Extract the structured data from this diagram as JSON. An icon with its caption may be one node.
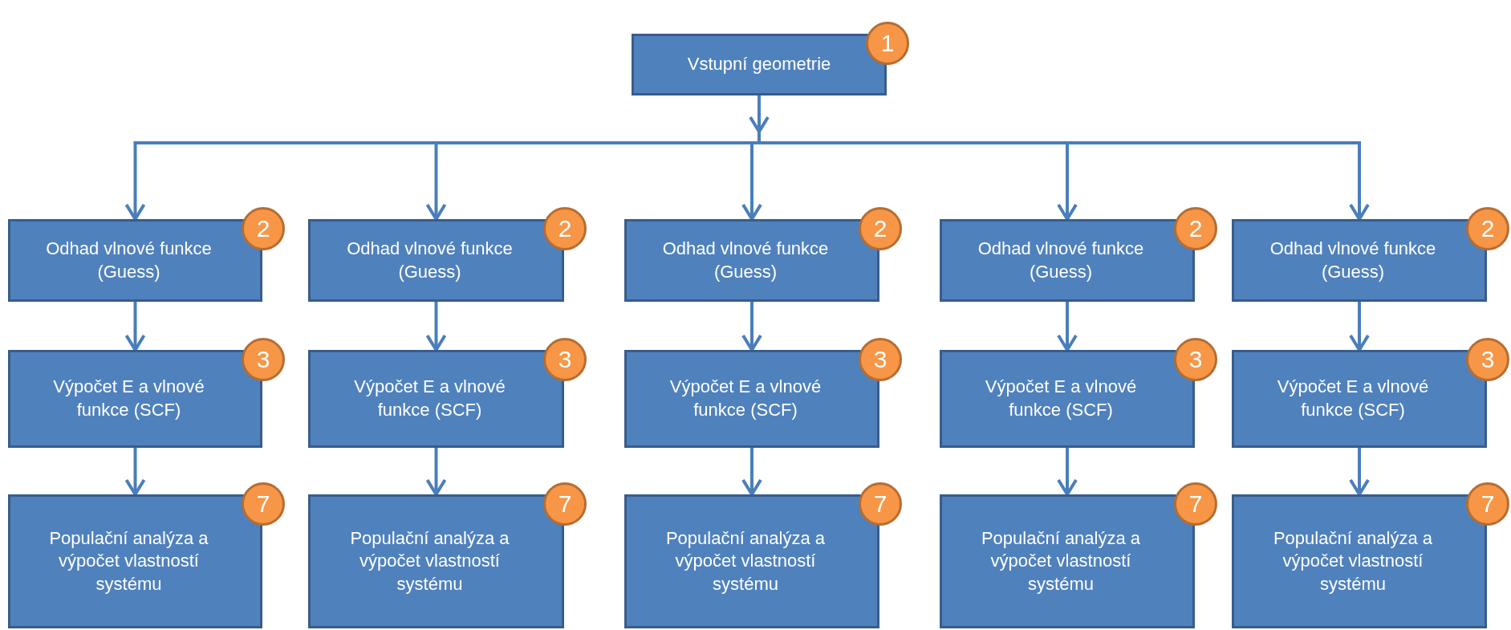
{
  "diagram": {
    "nodes": [
      {
        "text": [
          "Vstupní geometrie"
        ],
        "beside": [
          "1"
        ]
      },
      {
        "text": [
          "Odhad vlnové funkce (Guess)"
        ],
        "beside": [
          "2"
        ]
      },
      {
        "text": [
          "Odhad vlnové funkce (Guess)"
        ],
        "beside": [
          "2"
        ]
      },
      {
        "text": [
          "Odhad vlnové funkce (Guess)"
        ],
        "beside": [
          "2"
        ]
      },
      {
        "text": [
          "Odhad vlnové funkce (Guess)"
        ],
        "beside": [
          "2"
        ]
      },
      {
        "text": [
          "Odhad vlnové funkce (Guess)"
        ],
        "beside": [
          "2"
        ]
      },
      {
        "text": [
          "Výpočet E a vlnové funkce (SCF)"
        ],
        "beside": [
          "3"
        ]
      },
      {
        "text": [
          "Výpočet E a vlnové funkce (SCF)"
        ],
        "beside": [
          "3"
        ]
      },
      {
        "text": [
          "Výpočet E a vlnové funkce (SCF)"
        ],
        "beside": [
          "3"
        ]
      },
      {
        "text": [
          "Výpočet E a vlnové funkce (SCF)"
        ],
        "beside": [
          "3"
        ]
      },
      {
        "text": [
          "Výpočet E a vlnové funkce (SCF)"
        ],
        "beside": [
          "3"
        ]
      },
      {
        "text": [
          "Populační analýza a výpočet vlastností systému"
        ],
        "beside": [
          "7"
        ]
      },
      {
        "text": [
          "Populační analýza a výpočet vlastností systému"
        ],
        "beside": [
          "7"
        ]
      },
      {
        "text": [
          "Populační analýza a výpočet vlastností systému"
        ],
        "beside": [
          "7"
        ]
      },
      {
        "text": [
          "Populační analýza a výpočet vlastností systému"
        ],
        "beside": [
          "7"
        ]
      },
      {
        "text": [
          "Populační analýza a výpočet vlastností systému"
        ],
        "beside": [
          "7"
        ]
      }
    ],
    "edges": [
      {
        "from": 0,
        "to": 1,
        "arrow": "to"
      },
      {
        "from": 0,
        "to": 2,
        "arrow": "to"
      },
      {
        "from": 0,
        "to": 3,
        "arrow": "to"
      },
      {
        "from": 0,
        "to": 4,
        "arrow": "to"
      },
      {
        "from": 0,
        "to": 5,
        "arrow": "to"
      },
      {
        "from": 1,
        "to": 6,
        "arrow": "to"
      },
      {
        "from": 2,
        "to": 7,
        "arrow": "to"
      },
      {
        "from": 3,
        "to": 8,
        "arrow": "to"
      },
      {
        "from": 4,
        "to": 9,
        "arrow": "to"
      },
      {
        "from": 5,
        "to": 10,
        "arrow": "to"
      },
      {
        "from": 6,
        "to": 11,
        "arrow": "to"
      },
      {
        "from": 7,
        "to": 12,
        "arrow": "to"
      },
      {
        "from": 8,
        "to": 13,
        "arrow": "to"
      },
      {
        "from": 9,
        "to": 14,
        "arrow": "to"
      },
      {
        "from": 10,
        "to": 15,
        "arrow": "to"
      }
    ]
  }
}
